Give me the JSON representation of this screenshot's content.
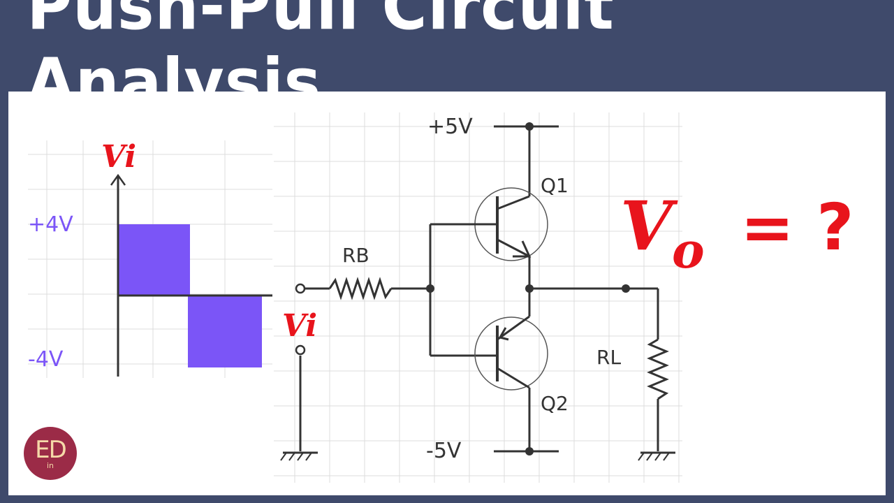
{
  "title": "Push-Pull Circuit Analysis",
  "waveform": {
    "axis_label": "Vi",
    "pos_level": "+4V",
    "neg_level": "-4V",
    "fill_color": "#7b55f7"
  },
  "circuit": {
    "vcc": "+5V",
    "vee": "-5V",
    "q1": "Q1",
    "q2": "Q2",
    "rb": "RB",
    "rl": "RL",
    "input": "Vi"
  },
  "question": {
    "v": "V",
    "sub": "o",
    "rest": "= ?"
  },
  "logo": {
    "text": "ED",
    "sub": "in",
    "color": "#9b2b47"
  },
  "colors": {
    "background": "#3f4a6b",
    "red": "#e8141c",
    "purple": "#7b55f7"
  }
}
